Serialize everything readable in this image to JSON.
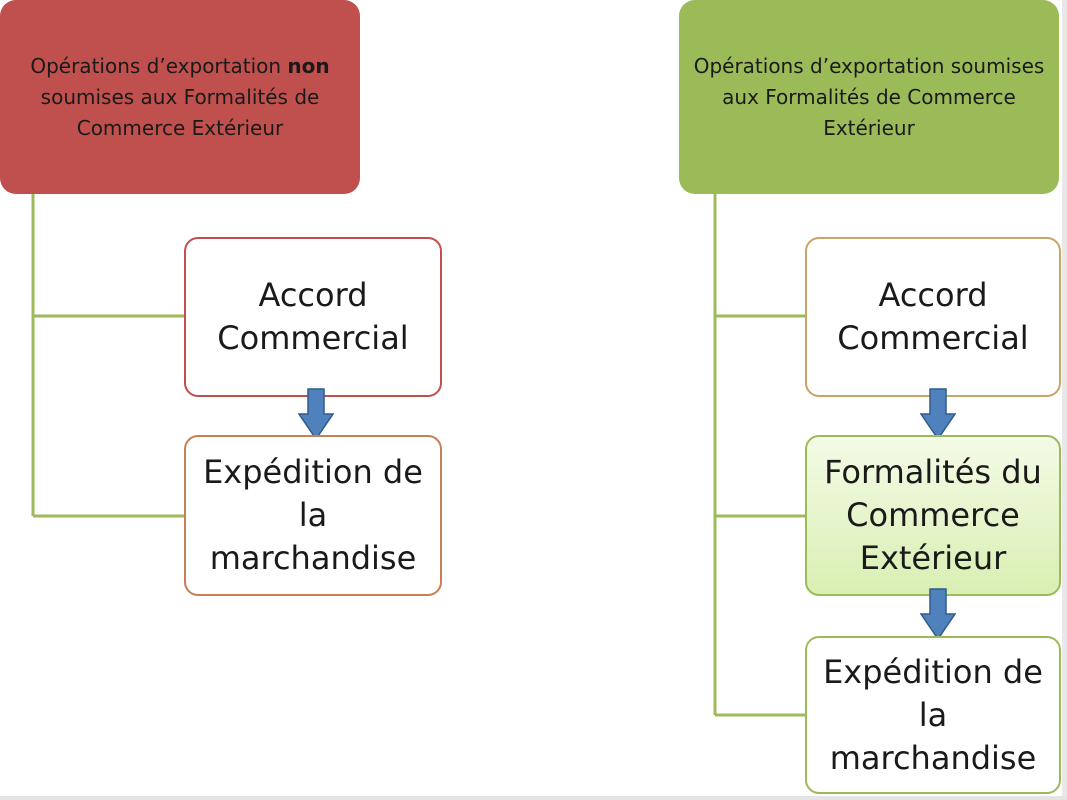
{
  "left_column": {
    "header": {
      "prefix": "Opérations d’exportation",
      "emphasis": "non",
      "suffix": "soumises aux Formalités de Commerce Extérieur"
    },
    "steps": [
      {
        "label": "Accord Commercial"
      },
      {
        "label": "Expédition de la marchandise"
      }
    ]
  },
  "right_column": {
    "header": {
      "text": "Opérations d’exportation soumises aux Formalités de Commerce Extérieur"
    },
    "steps": [
      {
        "label": "Accord Commercial"
      },
      {
        "label": "Formalités du Commerce Extérieur"
      },
      {
        "label": "Expédition de la marchandise"
      }
    ]
  },
  "colors": {
    "left_header": "#c0504d",
    "right_header": "#9bbb59",
    "connector_line": "#9bbb59",
    "flow_arrow": "#4f81bd"
  },
  "icons": {
    "flow_arrow": "arrow-down-icon"
  }
}
